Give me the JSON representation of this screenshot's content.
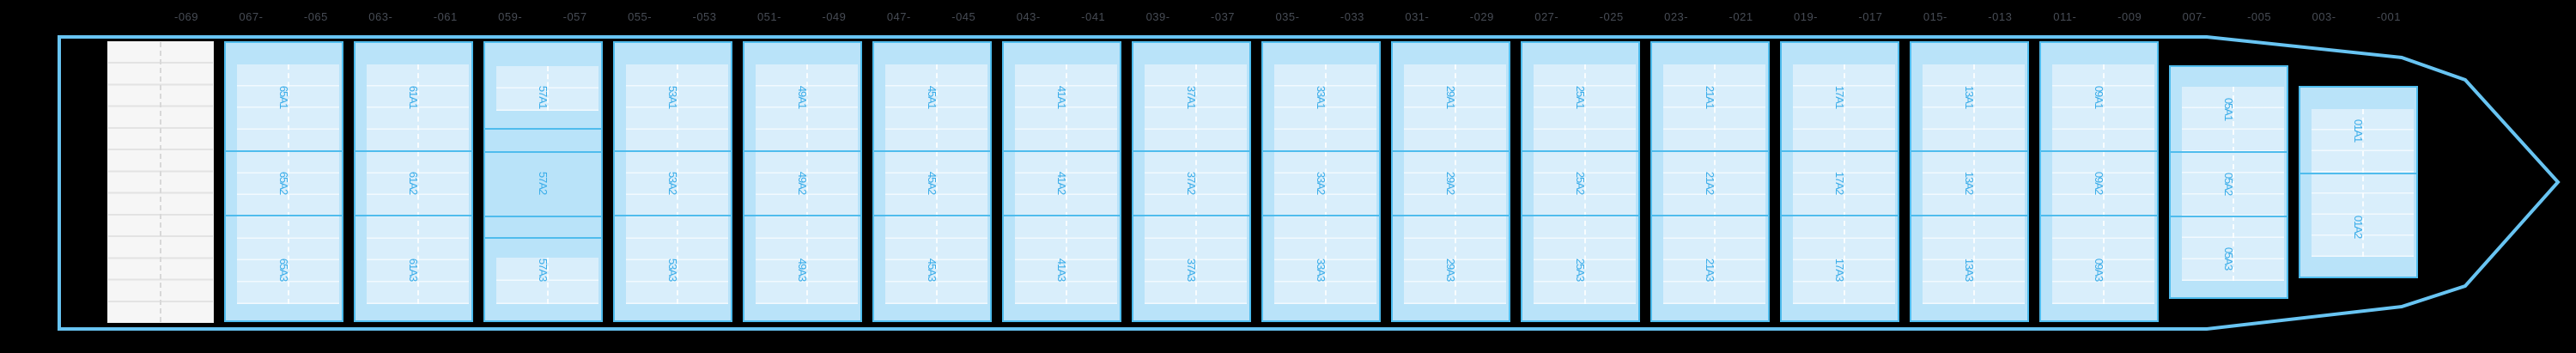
{
  "vessel_plan": {
    "slot_numbers": [
      "-069",
      "067-",
      "-065",
      "063-",
      "-061",
      "059-",
      "-057",
      "055-",
      "-053",
      "051-",
      "-049",
      "047-",
      "-045",
      "043-",
      "-041",
      "039-",
      "-037",
      "035-",
      "-033",
      "031-",
      "-029",
      "027-",
      "-025",
      "023-",
      "-021",
      "019-",
      "-017",
      "015-",
      "-013",
      "011-",
      "-009",
      "007-",
      "-005",
      "003-",
      "-001"
    ],
    "bays": [
      {
        "id": "65",
        "variant": "standard",
        "cells": [
          "65A1",
          "65A2",
          "65A3"
        ]
      },
      {
        "id": "61",
        "variant": "standard",
        "cells": [
          "61A1",
          "61A2",
          "61A3"
        ]
      },
      {
        "id": "57",
        "variant": "gapped",
        "cells": [
          "57A1",
          "57A2",
          "57A3"
        ]
      },
      {
        "id": "53",
        "variant": "standard",
        "cells": [
          "53A1",
          "53A2",
          "53A3"
        ]
      },
      {
        "id": "49",
        "variant": "standard",
        "cells": [
          "49A1",
          "49A2",
          "49A3"
        ]
      },
      {
        "id": "45",
        "variant": "standard",
        "cells": [
          "45A1",
          "45A2",
          "45A3"
        ]
      },
      {
        "id": "41",
        "variant": "standard",
        "cells": [
          "41A1",
          "41A2",
          "41A3"
        ]
      },
      {
        "id": "37",
        "variant": "standard",
        "cells": [
          "37A1",
          "37A2",
          "37A3"
        ]
      },
      {
        "id": "33",
        "variant": "standard",
        "cells": [
          "33A1",
          "33A2",
          "33A3"
        ]
      },
      {
        "id": "29",
        "variant": "standard",
        "cells": [
          "29A1",
          "29A2",
          "29A3"
        ]
      },
      {
        "id": "25",
        "variant": "standard",
        "cells": [
          "25A1",
          "25A2",
          "25A3"
        ]
      },
      {
        "id": "21",
        "variant": "standard",
        "cells": [
          "21A1",
          "21A2",
          "21A3"
        ]
      },
      {
        "id": "17",
        "variant": "standard",
        "cells": [
          "17A1",
          "17A2",
          "17A3"
        ]
      },
      {
        "id": "13",
        "variant": "standard",
        "cells": [
          "13A1",
          "13A2",
          "13A3"
        ]
      },
      {
        "id": "09",
        "variant": "standard",
        "cells": [
          "09A1",
          "09A2",
          "09A3"
        ]
      },
      {
        "id": "05",
        "variant": "short",
        "cells": [
          "05A1",
          "05A2",
          "05A3"
        ]
      },
      {
        "id": "01",
        "variant": "bow",
        "cells": [
          "01A1",
          "01A2"
        ]
      }
    ],
    "colors": {
      "background": "#000000",
      "hull_outline": "#68c4f2",
      "bay_fill": "#b9e3f9",
      "bay_border": "#4fbced",
      "cell_inner_fill": "#d9eefb",
      "cell_label": "#38ace9",
      "slot_number_text": "#474c55",
      "stern_grid_fill": "#f6f6f6",
      "stern_grid_line": "#e3e3e3"
    }
  }
}
